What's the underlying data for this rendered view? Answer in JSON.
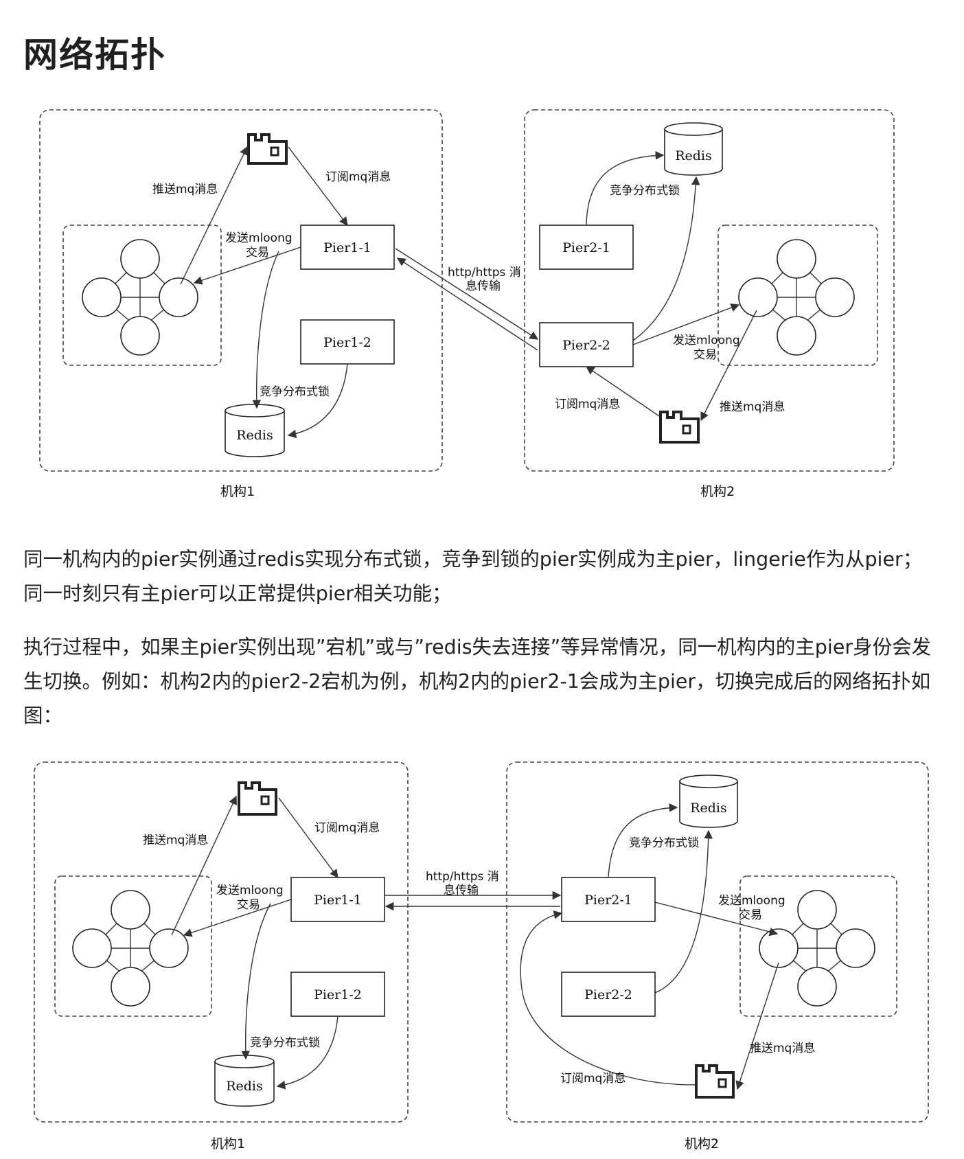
{
  "page_title": "网络拓扑",
  "paragraphs": [
    "同一机构内的pier实例通过redis实现分布式锁，竞争到锁的pier实例成为主pier，lingerie作为从pier；同一时刻只有主pier可以正常提供pier相关功能；",
    "执行过程中，如果主pier实例出现”宕机”或与”redis失去连接”等异常情况，同一机构内的主pier身份会发生切换。例如：机构2内的pier2-2宕机为例，机构2内的pier2-1会成为主pier，切换完成后的网络拓扑如图："
  ],
  "diagrams": [
    {
      "org1": {
        "caption": "机构1",
        "pier_a": "Pier1-1",
        "pier_b": "Pier1-2",
        "redis": "Redis",
        "push_mq": "推送mq消息",
        "subscribe_mq": "订阅mq消息",
        "send_tx_1": "发送mloong",
        "send_tx_2": "交易",
        "lock": "竞争分布式锁"
      },
      "org2": {
        "caption": "机构2",
        "pier_a": "Pier2-1",
        "pier_b": "Pier2-2",
        "redis": "Redis",
        "push_mq": "推送mq消息",
        "subscribe_mq": "订阅mq消息",
        "send_tx_1": "发送mloong",
        "send_tx_2": "交易",
        "lock": "竞争分布式锁"
      },
      "link_1": "http/https 消",
      "link_2": "息传输"
    },
    {
      "org1": {
        "caption": "机构1",
        "pier_a": "Pier1-1",
        "pier_b": "Pier1-2",
        "redis": "Redis",
        "push_mq": "推送mq消息",
        "subscribe_mq": "订阅mq消息",
        "send_tx_1": "发送mloong",
        "send_tx_2": "交易",
        "lock": "竞争分布式锁"
      },
      "org2": {
        "caption": "机构2",
        "pier_a": "Pier2-1",
        "pier_b": "Pier2-2",
        "redis": "Redis",
        "push_mq": "推送mq消息",
        "subscribe_mq": "订阅mq消息",
        "send_tx_1": "发送mloong",
        "send_tx_2": "交易",
        "lock": "竞争分布式锁"
      },
      "link_1": "http/https 消",
      "link_2": "息传输"
    }
  ]
}
